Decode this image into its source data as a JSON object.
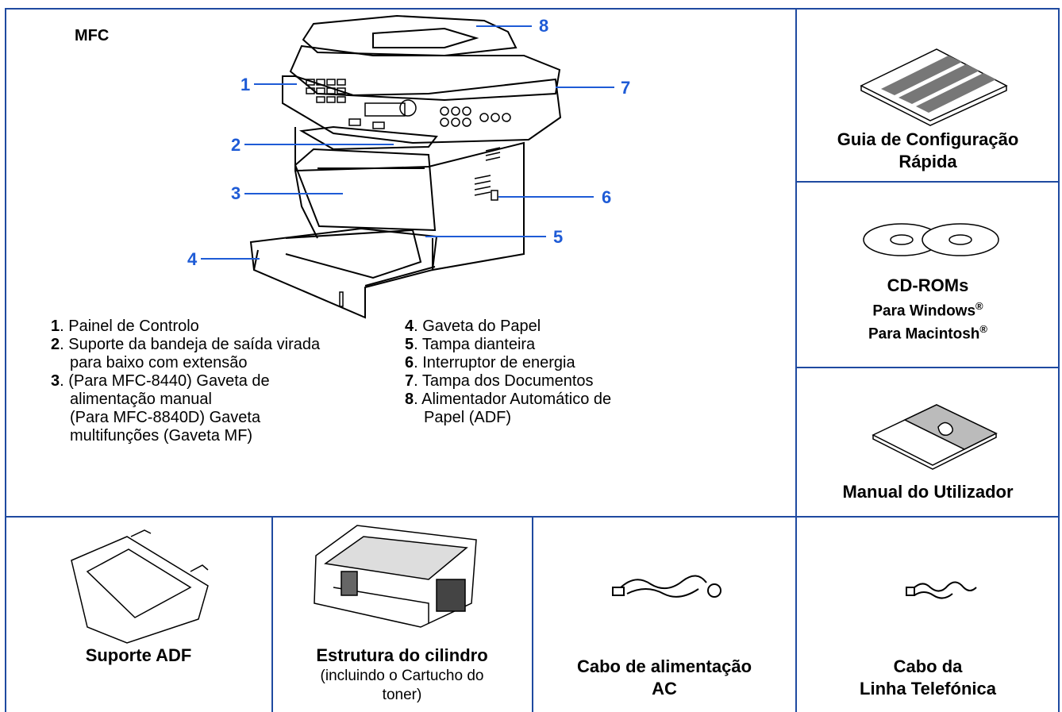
{
  "main": {
    "title": "MFC",
    "callouts": [
      "1",
      "2",
      "3",
      "4",
      "5",
      "6",
      "7",
      "8"
    ],
    "legend_left": [
      {
        "num": "1",
        "text": ". Painel de Controlo",
        "cont": []
      },
      {
        "num": "2",
        "text": ". Suporte da bandeja de saída virada",
        "cont": [
          "para baixo com extensão"
        ]
      },
      {
        "num": "3",
        "text": ". (Para MFC-8440) Gaveta de",
        "cont": [
          "alimentação manual",
          "(Para MFC-8840D) Gaveta",
          "multifunções (Gaveta MF)"
        ]
      }
    ],
    "legend_right": [
      {
        "num": "4",
        "text": ". Gaveta do Papel",
        "cont": []
      },
      {
        "num": "5",
        "text": ". Tampa dianteira",
        "cont": []
      },
      {
        "num": "6",
        "text": ". Interruptor de energia",
        "cont": []
      },
      {
        "num": "7",
        "text": ". Tampa dos Documentos",
        "cont": []
      },
      {
        "num": "8",
        "text": ". Alimentador Automático de",
        "cont": [
          "Papel (ADF)"
        ]
      }
    ]
  },
  "side": {
    "quick_guide": {
      "line1": "Guia de Configuração",
      "line2": "Rápida"
    },
    "cdroms": {
      "title": "CD-ROMs",
      "line1": "Para Windows",
      "line2": "Para Macintosh",
      "reg": "®"
    },
    "manual": {
      "label": "Manual do Utilizador"
    }
  },
  "bottom": {
    "adf": {
      "label": "Suporte ADF"
    },
    "drum": {
      "label": "Estrutura do cilindro",
      "sub1": "(incluindo o Cartucho do",
      "sub2": "toner)"
    },
    "power": {
      "line1": "Cabo de alimentação",
      "line2": "AC"
    },
    "phone": {
      "line1": "Cabo da",
      "line2": "Linha Telefónica"
    }
  },
  "colors": {
    "border": "#1f4aa0",
    "callout": "#1e5bd6"
  }
}
